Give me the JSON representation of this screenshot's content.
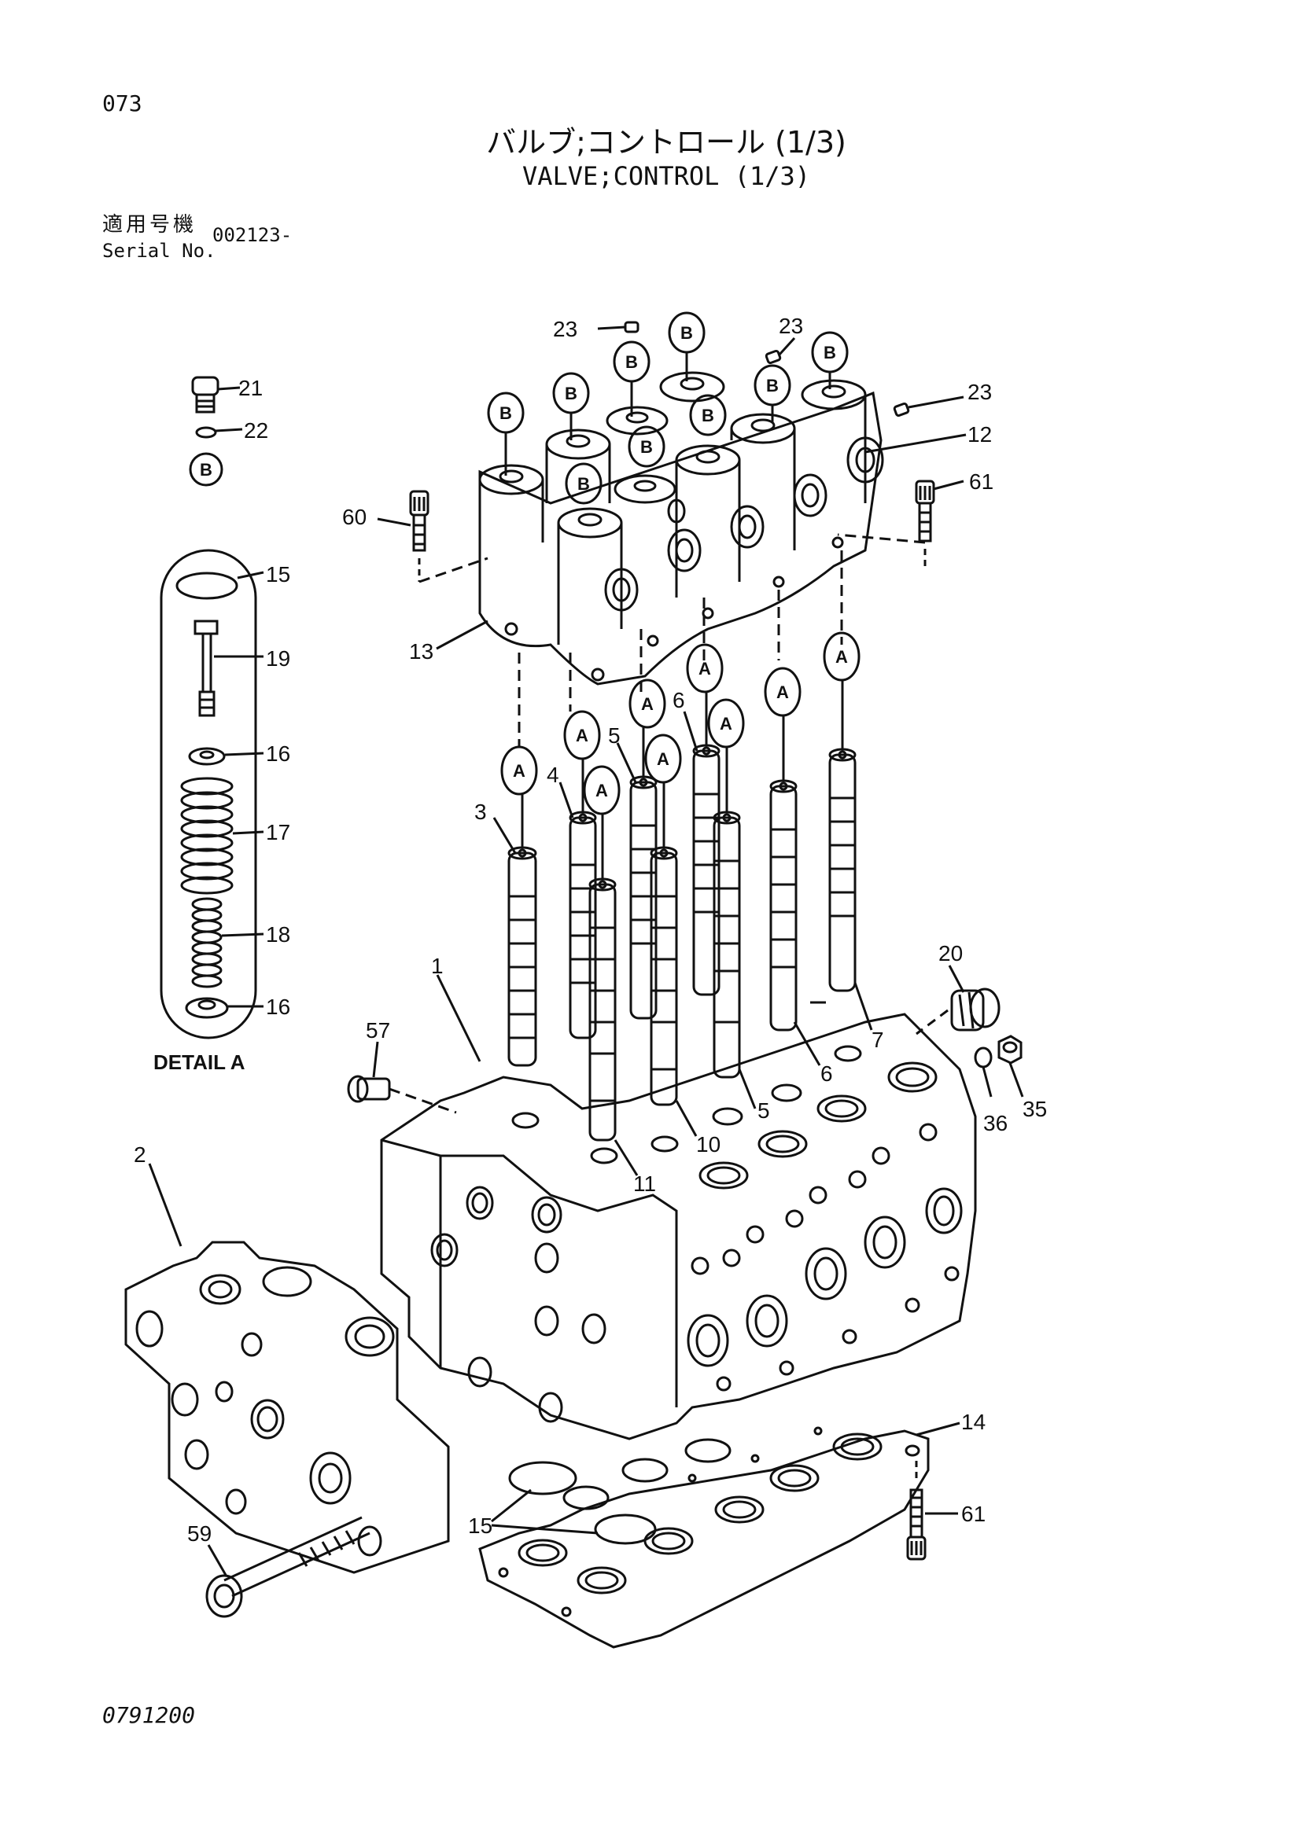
{
  "header": {
    "page_number": "073",
    "title_jp": "バルブ;コントロール (1/3)",
    "title_en": "VALVE;CONTROL (1/3)",
    "serial_label_jp": "適用号機",
    "serial_label_en": "Serial No.",
    "serial_value": "002123-"
  },
  "detail": {
    "caption": "DETAIL A"
  },
  "callouts": {
    "c1": "1",
    "c2": "2",
    "c3": "3",
    "c4": "4",
    "c5a": "5",
    "c5b": "5",
    "c6a": "6",
    "c6b": "6",
    "c7": "7",
    "c10": "10",
    "c11": "11",
    "c12": "12",
    "c13": "13",
    "c14": "14",
    "c15a": "15",
    "c15b": "15",
    "c16a": "16",
    "c16b": "16",
    "c17": "17",
    "c18": "18",
    "c19": "19",
    "c20": "20",
    "c21": "21",
    "c22": "22",
    "c23a": "23",
    "c23b": "23",
    "c23c": "23",
    "c35": "35",
    "c36": "36",
    "c57": "57",
    "c59": "59",
    "c60": "60",
    "c61a": "61",
    "c61b": "61"
  },
  "bubbles": {
    "a": "A",
    "b": "B"
  },
  "footer": {
    "doc_code": "0791200"
  }
}
